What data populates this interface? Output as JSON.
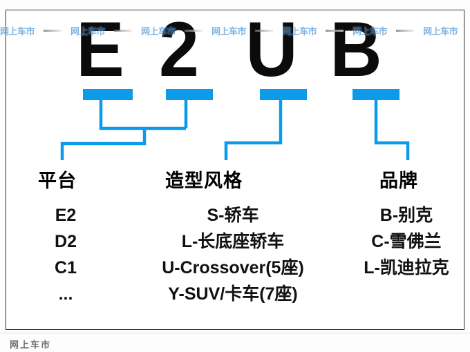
{
  "code": {
    "letters": [
      {
        "glyph": "E",
        "name": "code-letter-e"
      },
      {
        "glyph": "2",
        "name": "code-letter-2"
      },
      {
        "glyph": "U",
        "name": "code-letter-u"
      },
      {
        "glyph": "B",
        "name": "code-letter-b"
      }
    ],
    "full_code": "E2UB"
  },
  "groups": [
    {
      "id": "platform",
      "heading": "平台",
      "items": [
        "E2",
        "D2",
        "C1",
        "..."
      ]
    },
    {
      "id": "styling",
      "heading": "造型风格",
      "items": [
        "S-轿车",
        "L-长底座轿车",
        "U-Crossover(5座)",
        "Y-SUV/卡车(7座)"
      ]
    },
    {
      "id": "brand",
      "heading": "品牌",
      "items": [
        "B-别克",
        "C-雪佛兰",
        "L-凯迪拉克"
      ]
    }
  ],
  "watermark": {
    "text": "网上车市",
    "repeat": 7,
    "color": "#2f86d4"
  },
  "footer": {
    "text": "网上车市"
  },
  "colors": {
    "accent_blue": "#0d9ae8",
    "letter_black": "#0b0b0b",
    "watermark_blue": "#2f86d4",
    "footer_gray": "#6e6e6e",
    "frame": "#2a2a2a"
  }
}
